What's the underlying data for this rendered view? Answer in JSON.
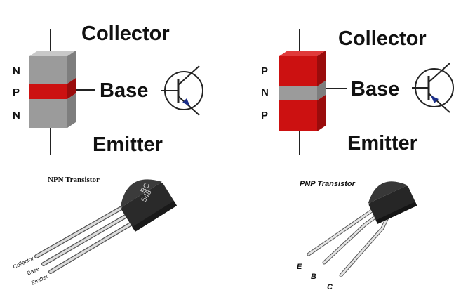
{
  "npn_diagram": {
    "layers": [
      "N",
      "P",
      "N"
    ],
    "collector": "Collector",
    "base": "Base",
    "emitter": "Emitter",
    "colors": {
      "collector_layer": "#9b9b9b",
      "base_layer": "#cc1111",
      "emitter_layer": "#9b9b9b"
    }
  },
  "pnp_diagram": {
    "layers": [
      "P",
      "N",
      "P"
    ],
    "collector": "Collector",
    "base": "Base",
    "emitter": "Emitter",
    "colors": {
      "collector_layer": "#cc1111",
      "base_layer": "#9b9b9b",
      "emitter_layer": "#cc1111"
    }
  },
  "npn_photo": {
    "caption": "NPN Transistor",
    "marking_line1": "BC",
    "marking_line2": "548",
    "pins": [
      "Collector",
      "Base",
      "Emitter"
    ]
  },
  "pnp_photo": {
    "caption": "PNP Transistor",
    "pins": [
      "E",
      "B",
      "C"
    ]
  }
}
